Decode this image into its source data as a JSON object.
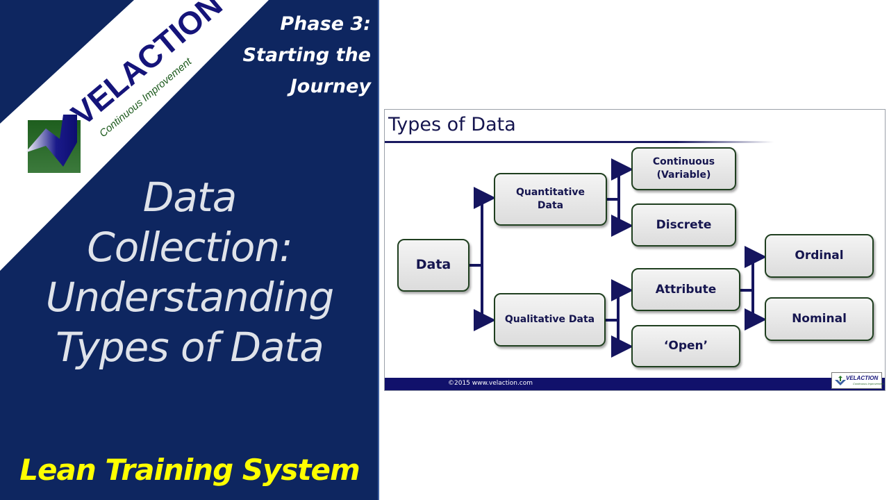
{
  "left_panel": {
    "logo": {
      "name": "VELACTION",
      "tagline": "Continuous Improvement"
    },
    "phase": [
      "Phase 3:",
      "Starting the",
      "Journey"
    ],
    "title_lines": [
      "Data",
      "Collection:",
      "Understanding",
      "Types of Data"
    ],
    "series": "Lean Training System"
  },
  "colors": {
    "panel_bg": "#0e2660",
    "series_text": "#ffff00",
    "title_text": "#dfe3ea",
    "slide_navy": "#11116b",
    "logo_green": "#1c5a1c"
  },
  "slide": {
    "title": "Types of Data",
    "footer": "©2015 www.velaction.com",
    "footer_logo": {
      "name": "VELACTION",
      "tagline": "Continuous Improvement"
    },
    "nodes": {
      "data": "Data",
      "quantitative": [
        "Quantitative",
        "Data"
      ],
      "qualitative": "Qualitative Data",
      "continuous": [
        "Continuous",
        "(Variable)"
      ],
      "discrete": "Discrete",
      "attribute": "Attribute",
      "open": "‘Open’",
      "ordinal": "Ordinal",
      "nominal": "Nominal"
    }
  }
}
